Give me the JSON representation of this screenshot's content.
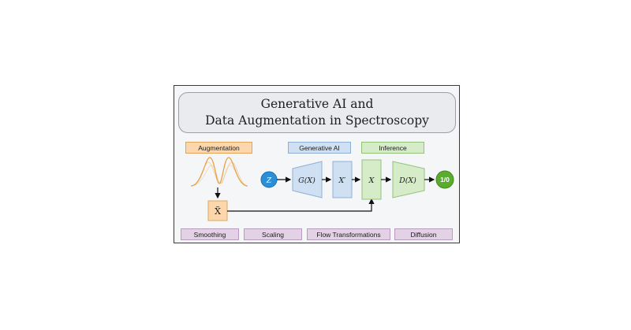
{
  "title": {
    "line1": "Generative AI and",
    "line2": "Data Augmentation in Spectroscopy"
  },
  "sections": {
    "augmentation": "Augmentation",
    "generative_ai": "Generative AI",
    "inference": "Inference"
  },
  "nodes": {
    "z": "Z",
    "generator": "G(X)",
    "generated": "X′",
    "real": "X",
    "discriminator": "D(X)",
    "output": "1/0",
    "augmented": "X̃"
  },
  "methods": [
    "Smoothing",
    "Scaling",
    "Flow Transformations",
    "Diffusion"
  ],
  "colors": {
    "augmentation": "#fcd7ab",
    "generative": "#cfe0f3",
    "inference": "#d6ecc9",
    "methods": "#e3d2e6",
    "z_node": "#2a8fd6",
    "output_node": "#5aab2e"
  }
}
